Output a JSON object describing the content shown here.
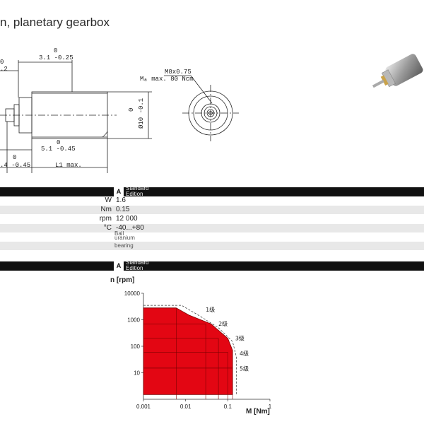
{
  "header": {
    "title": "n, planetary gearbox"
  },
  "drawing": {
    "dims": {
      "top_zero": "0",
      "top_value": "3.1 -0.25",
      "left_0": "0",
      "left_02": ".2",
      "thread": "M8x0.75",
      "torque": "Mₐ max. 80 Ncm",
      "dia_zero": "0",
      "dia_value": "Ø10 -0.1",
      "b_zero": "0",
      "b_value": "5.1 -0.45",
      "c_zero": "0",
      "c_value": ".4 -0.45",
      "l1": "L1 max."
    }
  },
  "spec_bar_1": {
    "tag": "A",
    "label": "Standard Edition"
  },
  "specs": [
    {
      "unit": "W",
      "value": "1.6"
    },
    {
      "unit": "Nm",
      "value": "0.15"
    },
    {
      "unit": "rpm",
      "value": "12 000"
    },
    {
      "unit": "°C",
      "value": "-40...+80"
    }
  ],
  "spec_notes": [
    "uranium",
    "bearing"
  ],
  "spec_note_small": "Ball",
  "spec_bar_2": {
    "tag": "A",
    "label": "Standard Edition"
  },
  "chart_data": {
    "type": "area",
    "ylabel": "n [rpm]",
    "xlabel": "M [Nm]",
    "x_scale": "log",
    "y_scale": "log",
    "xlim": [
      0.001,
      1
    ],
    "ylim": [
      1,
      10000
    ],
    "x_ticks": [
      "0.001",
      "0.01",
      "0.1",
      "1"
    ],
    "y_ticks": [
      "10000",
      "1000",
      "100",
      "10"
    ],
    "stages": [
      "1级",
      "2级",
      "3级",
      "4级",
      "5级"
    ],
    "color_fill": "#e30613",
    "color_edge": "#7a0000",
    "region_outline": [
      [
        0.001,
        2800
      ],
      [
        0.006,
        2800
      ],
      [
        0.012,
        1500
      ],
      [
        0.04,
        700
      ],
      [
        0.1,
        200
      ],
      [
        0.13,
        70
      ],
      [
        0.13,
        1.5
      ],
      [
        0.001,
        1.5
      ]
    ],
    "stage_levels": [
      {
        "name": "1级",
        "speed": 2800,
        "torque_max": 0.006
      },
      {
        "name": "2级",
        "speed": 700,
        "torque_max": 0.03
      },
      {
        "name": "3级",
        "speed": 200,
        "torque_max": 0.06
      },
      {
        "name": "4级",
        "speed": 60,
        "torque_max": 0.1
      },
      {
        "name": "5级",
        "speed": 15,
        "torque_max": 0.13
      }
    ],
    "dashed_outline": [
      [
        0.001,
        3500
      ],
      [
        0.008,
        3500
      ],
      [
        0.02,
        1500
      ],
      [
        0.06,
        500
      ],
      [
        0.13,
        150
      ],
      [
        0.16,
        40
      ],
      [
        0.16,
        1.5
      ]
    ],
    "grid": false
  }
}
